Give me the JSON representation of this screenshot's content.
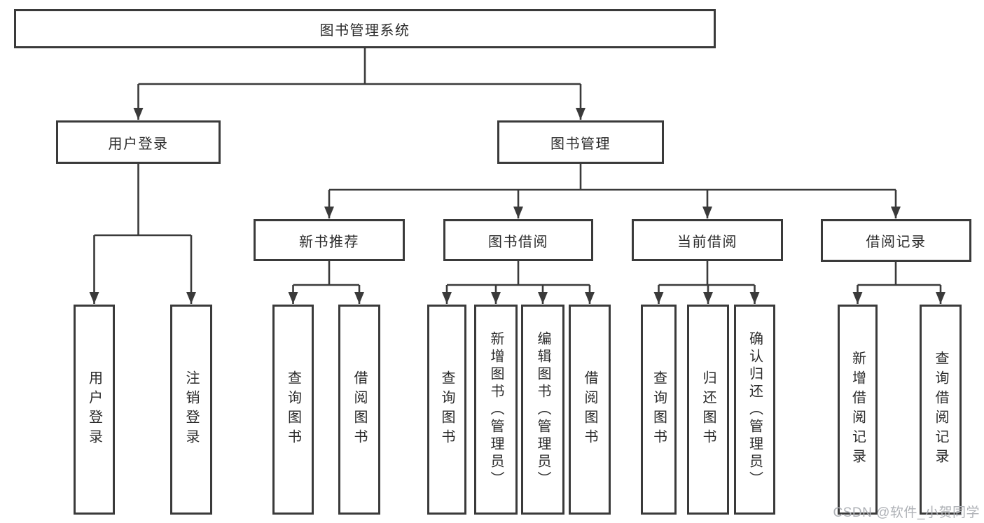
{
  "diagram": {
    "title": "图书管理系统",
    "root": {
      "label": "图书管理系统"
    },
    "level2": [
      {
        "label": "用户登录"
      },
      {
        "label": "图书管理"
      }
    ],
    "level3": [
      {
        "label": "新书推荐"
      },
      {
        "label": "图书借阅"
      },
      {
        "label": "当前借阅"
      },
      {
        "label": "借阅记录"
      }
    ],
    "leaves": [
      {
        "label": "用户登录"
      },
      {
        "label": "注销登录"
      },
      {
        "label": "查询图书"
      },
      {
        "label": "借阅图书"
      },
      {
        "label": "查询图书"
      },
      {
        "label": "新增图书（管理员）"
      },
      {
        "label": "编辑图书（管理员）"
      },
      {
        "label": "借阅图书"
      },
      {
        "label": "查询图书"
      },
      {
        "label": "归还图书"
      },
      {
        "label": "确认归还（管理员）"
      },
      {
        "label": "新增借阅记录"
      },
      {
        "label": "查询借阅记录"
      }
    ]
  },
  "watermark": {
    "text": "CSDN @软件_小贺同学"
  },
  "colors": {
    "line": "#3a3a3a",
    "box_border": "#3a3a3a",
    "box_fill": "#ffffff",
    "text": "#2b2b2b",
    "watermark": "#aeb1b6",
    "background": "#ffffff"
  }
}
